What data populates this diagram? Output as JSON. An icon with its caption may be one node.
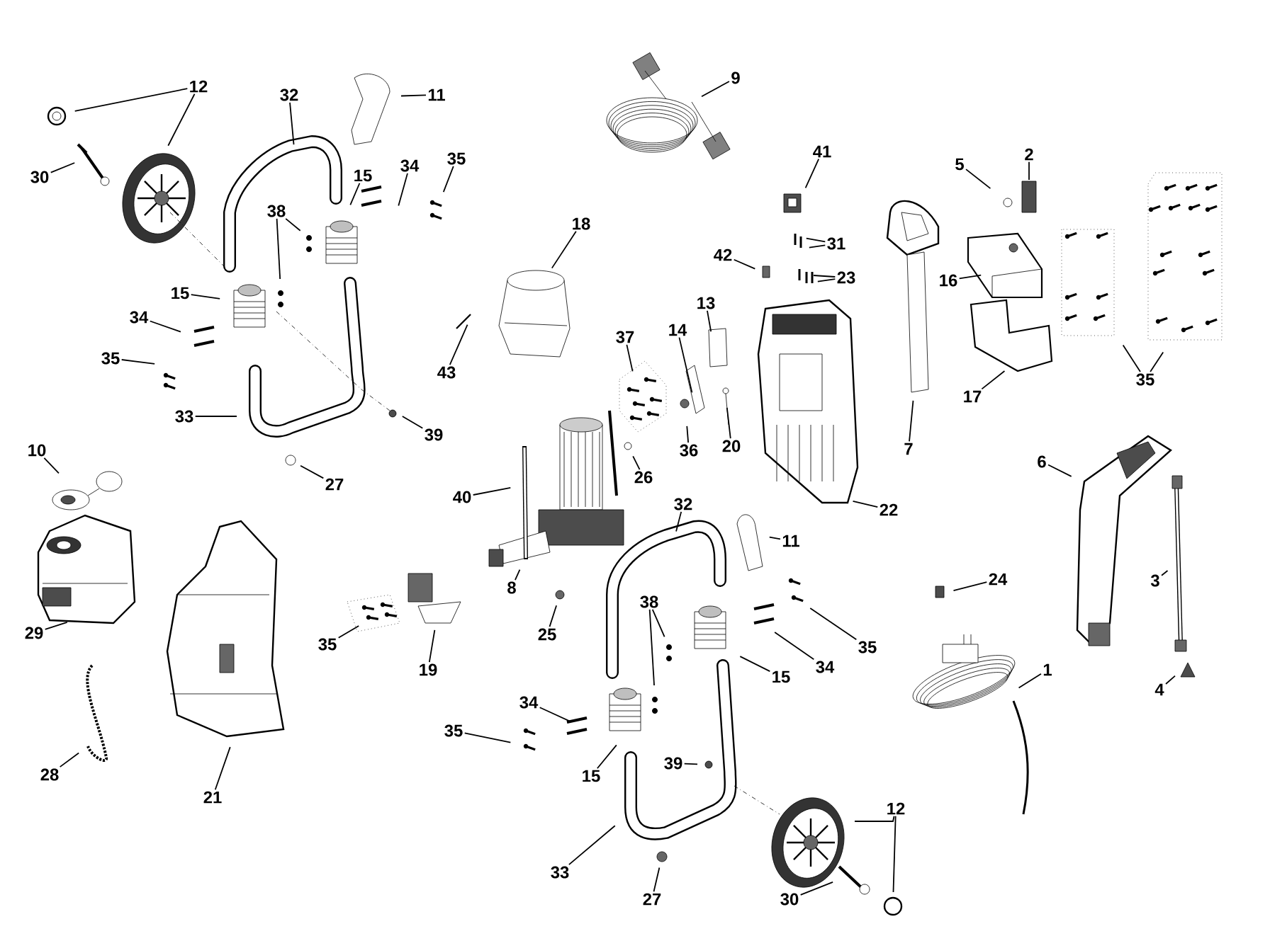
{
  "diagram": {
    "nodes": [
      {
        "text": [
          "12"
        ]
      },
      {
        "text": [
          "32"
        ]
      },
      {
        "text": [
          "11"
        ]
      },
      {
        "text": [
          "9"
        ]
      },
      {
        "text": [
          "30"
        ]
      },
      {
        "text": [
          "15"
        ]
      },
      {
        "text": [
          "34"
        ]
      },
      {
        "text": [
          "35"
        ]
      },
      {
        "text": [
          "41"
        ]
      },
      {
        "text": [
          "5"
        ]
      },
      {
        "text": [
          "2"
        ]
      },
      {
        "text": [
          "38"
        ]
      },
      {
        "text": [
          "18"
        ]
      },
      {
        "text": [
          "31"
        ]
      },
      {
        "text": [
          "42"
        ]
      },
      {
        "text": [
          "23"
        ]
      },
      {
        "text": [
          "16"
        ]
      },
      {
        "text": [
          "15"
        ]
      },
      {
        "text": [
          "13"
        ]
      },
      {
        "text": [
          "34"
        ]
      },
      {
        "text": [
          "14"
        ]
      },
      {
        "text": [
          "37"
        ]
      },
      {
        "text": [
          "35"
        ]
      },
      {
        "text": [
          "43"
        ]
      },
      {
        "text": [
          "17"
        ]
      },
      {
        "text": [
          "35"
        ]
      },
      {
        "text": [
          "33"
        ]
      },
      {
        "text": [
          "39"
        ]
      },
      {
        "text": [
          "7"
        ]
      },
      {
        "text": [
          "20"
        ]
      },
      {
        "text": [
          "36"
        ]
      },
      {
        "text": [
          "10"
        ]
      },
      {
        "text": [
          "26"
        ]
      },
      {
        "text": [
          "6"
        ]
      },
      {
        "text": [
          "27"
        ]
      },
      {
        "text": [
          "40"
        ]
      },
      {
        "text": [
          "32"
        ]
      },
      {
        "text": [
          "22"
        ]
      },
      {
        "text": [
          "11"
        ]
      },
      {
        "text": [
          "3"
        ]
      },
      {
        "text": [
          "24"
        ]
      },
      {
        "text": [
          "8"
        ]
      },
      {
        "text": [
          "38"
        ]
      },
      {
        "text": [
          "29"
        ]
      },
      {
        "text": [
          "25"
        ]
      },
      {
        "text": [
          "35"
        ]
      },
      {
        "text": [
          "35"
        ]
      },
      {
        "text": [
          "34"
        ]
      },
      {
        "text": [
          "19"
        ]
      },
      {
        "text": [
          "15"
        ]
      },
      {
        "text": [
          "1"
        ]
      },
      {
        "text": [
          "4"
        ]
      },
      {
        "text": [
          "34"
        ]
      },
      {
        "text": [
          "35"
        ]
      },
      {
        "text": [
          "15"
        ]
      },
      {
        "text": [
          "28"
        ]
      },
      {
        "text": [
          "21"
        ]
      },
      {
        "text": [
          "39"
        ]
      },
      {
        "text": [
          "12"
        ]
      },
      {
        "text": [
          "33"
        ]
      },
      {
        "text": [
          "27"
        ]
      },
      {
        "text": [
          "30"
        ]
      }
    ],
    "edges": [
      {
        "from": 0,
        "to": null,
        "arrow": "none"
      },
      {
        "from": 0,
        "to": null,
        "arrow": "none"
      },
      {
        "from": 1,
        "to": null,
        "arrow": "none"
      },
      {
        "from": 2,
        "to": null,
        "arrow": "none"
      },
      {
        "from": 3,
        "to": null,
        "arrow": "none"
      },
      {
        "from": 4,
        "to": null,
        "arrow": "none"
      },
      {
        "from": 5,
        "to": null,
        "arrow": "none"
      },
      {
        "from": 6,
        "to": null,
        "arrow": "none"
      },
      {
        "from": 7,
        "to": null,
        "arrow": "none"
      },
      {
        "from": 8,
        "to": null,
        "arrow": "none"
      },
      {
        "from": 9,
        "to": null,
        "arrow": "none"
      },
      {
        "from": 10,
        "to": null,
        "arrow": "none"
      },
      {
        "from": 11,
        "to": null,
        "arrow": "none"
      },
      {
        "from": 11,
        "to": null,
        "arrow": "none"
      },
      {
        "from": 12,
        "to": null,
        "arrow": "none"
      },
      {
        "from": 13,
        "to": null,
        "arrow": "none"
      },
      {
        "from": 13,
        "to": null,
        "arrow": "none"
      },
      {
        "from": 14,
        "to": null,
        "arrow": "none"
      },
      {
        "from": 15,
        "to": null,
        "arrow": "none"
      },
      {
        "from": 15,
        "to": null,
        "arrow": "none"
      },
      {
        "from": 16,
        "to": null,
        "arrow": "none"
      },
      {
        "from": 17,
        "to": null,
        "arrow": "none"
      },
      {
        "from": 18,
        "to": null,
        "arrow": "none"
      },
      {
        "from": 19,
        "to": null,
        "arrow": "none"
      },
      {
        "from": 20,
        "to": null,
        "arrow": "none"
      },
      {
        "from": 21,
        "to": null,
        "arrow": "none"
      },
      {
        "from": 22,
        "to": null,
        "arrow": "none"
      },
      {
        "from": 23,
        "to": null,
        "arrow": "none"
      },
      {
        "from": 24,
        "to": null,
        "arrow": "none"
      },
      {
        "from": 25,
        "to": null,
        "arrow": "none"
      },
      {
        "from": 25,
        "to": null,
        "arrow": "none"
      },
      {
        "from": 26,
        "to": null,
        "arrow": "none"
      },
      {
        "from": 27,
        "to": null,
        "arrow": "none"
      },
      {
        "from": 28,
        "to": null,
        "arrow": "none"
      },
      {
        "from": 29,
        "to": null,
        "arrow": "none"
      },
      {
        "from": 30,
        "to": null,
        "arrow": "none"
      },
      {
        "from": 31,
        "to": null,
        "arrow": "none"
      },
      {
        "from": 32,
        "to": null,
        "arrow": "none"
      },
      {
        "from": 33,
        "to": null,
        "arrow": "none"
      },
      {
        "from": 34,
        "to": null,
        "arrow": "none"
      },
      {
        "from": 35,
        "to": null,
        "arrow": "none"
      },
      {
        "from": 36,
        "to": null,
        "arrow": "none"
      },
      {
        "from": 37,
        "to": null,
        "arrow": "none"
      },
      {
        "from": 38,
        "to": null,
        "arrow": "none"
      },
      {
        "from": 39,
        "to": null,
        "arrow": "none"
      },
      {
        "from": 40,
        "to": null,
        "arrow": "none"
      },
      {
        "from": 41,
        "to": null,
        "arrow": "none"
      },
      {
        "from": 42,
        "to": null,
        "arrow": "none"
      },
      {
        "from": 42,
        "to": null,
        "arrow": "none"
      },
      {
        "from": 43,
        "to": null,
        "arrow": "none"
      },
      {
        "from": 44,
        "to": null,
        "arrow": "none"
      },
      {
        "from": 45,
        "to": null,
        "arrow": "none"
      },
      {
        "from": 46,
        "to": null,
        "arrow": "none"
      },
      {
        "from": 47,
        "to": null,
        "arrow": "none"
      },
      {
        "from": 48,
        "to": null,
        "arrow": "none"
      },
      {
        "from": 49,
        "to": null,
        "arrow": "none"
      },
      {
        "from": 50,
        "to": null,
        "arrow": "none"
      },
      {
        "from": 51,
        "to": null,
        "arrow": "none"
      },
      {
        "from": 52,
        "to": null,
        "arrow": "none"
      },
      {
        "from": 53,
        "to": null,
        "arrow": "none"
      },
      {
        "from": 54,
        "to": null,
        "arrow": "none"
      },
      {
        "from": 55,
        "to": null,
        "arrow": "none"
      },
      {
        "from": 56,
        "to": null,
        "arrow": "none"
      },
      {
        "from": 57,
        "to": null,
        "arrow": "none"
      },
      {
        "from": 58,
        "to": null,
        "arrow": "none"
      },
      {
        "from": 58,
        "to": null,
        "arrow": "none"
      },
      {
        "from": 59,
        "to": null,
        "arrow": "none"
      },
      {
        "from": 60,
        "to": null,
        "arrow": "none"
      },
      {
        "from": 61,
        "to": null,
        "arrow": "none"
      }
    ]
  }
}
